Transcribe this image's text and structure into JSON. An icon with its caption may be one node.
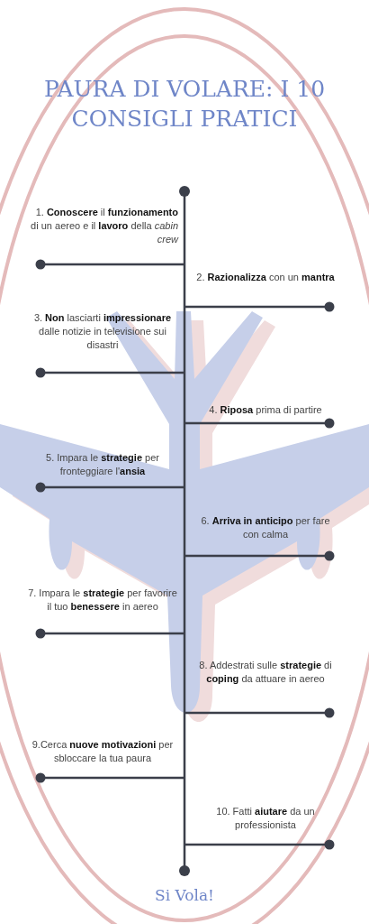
{
  "diagram": {
    "title": "PAURA DI VOLARE: I 10 CONSIGLI PRATICI",
    "caption": "Si Vola!",
    "labels": [
      "1. **Conoscere** il **funzionamento** di un aereo e il **lavoro** della *cabin crew*",
      "2. **Razionalizza** con un **mantra**",
      "3. **Non** lasciarti **impressionare** dalle notizie in televisione sui disastri",
      "4. **Riposa** prima di partire",
      "5. Impara le **strategie** per fronteggiare l'**ansia**",
      "6. **Arriva in anticipo** per fare con calma",
      "7. Impara le **strategie** per favorire il tuo **benessere** in aereo",
      "8. Addestrati sulle **strategie** di **coping** da attuare in aereo",
      "9.Cerca **nuove motivazioni** per sbloccare la tua paura",
      "10. Fatti **aiutare** da un professionista"
    ]
  }
}
